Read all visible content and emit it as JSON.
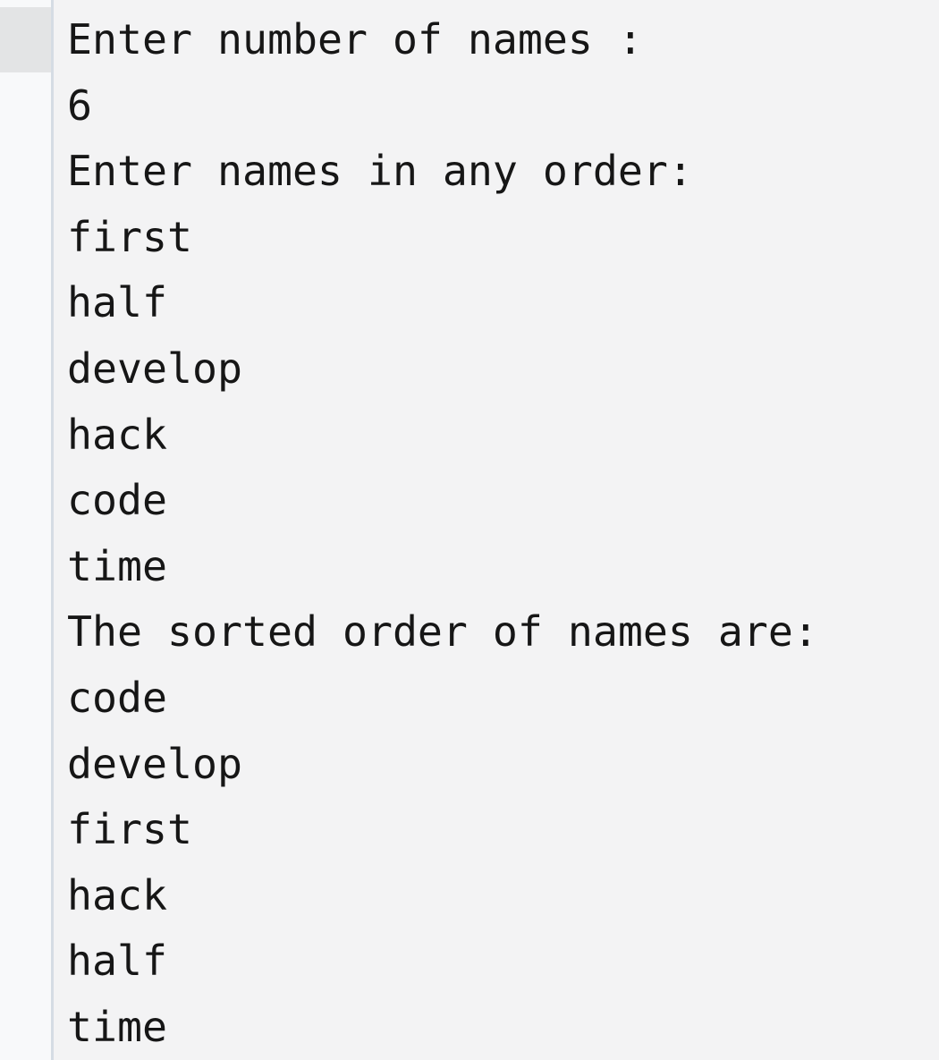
{
  "console": {
    "lines": [
      "Enter number of names :",
      "6",
      "Enter names in any order:",
      "first",
      "half",
      "develop",
      "hack",
      "code",
      "time",
      "The sorted order of names are:",
      "code",
      "develop",
      "first",
      "hack",
      "half",
      "time"
    ],
    "prompt_count_label": "Enter number of names :",
    "entered_count": "6",
    "prompt_names_label": "Enter names in any order:",
    "entered_names": [
      "first",
      "half",
      "develop",
      "hack",
      "code",
      "time"
    ],
    "sorted_header": "The sorted order of names are:",
    "sorted_names": [
      "code",
      "develop",
      "first",
      "hack",
      "half",
      "time"
    ]
  },
  "colors": {
    "content_bg": "#f3f3f4",
    "gutter_bg": "#f8f9fa",
    "scrollbar_thumb": "#e3e4e5",
    "divider": "#d5dce4",
    "text": "#161616"
  }
}
